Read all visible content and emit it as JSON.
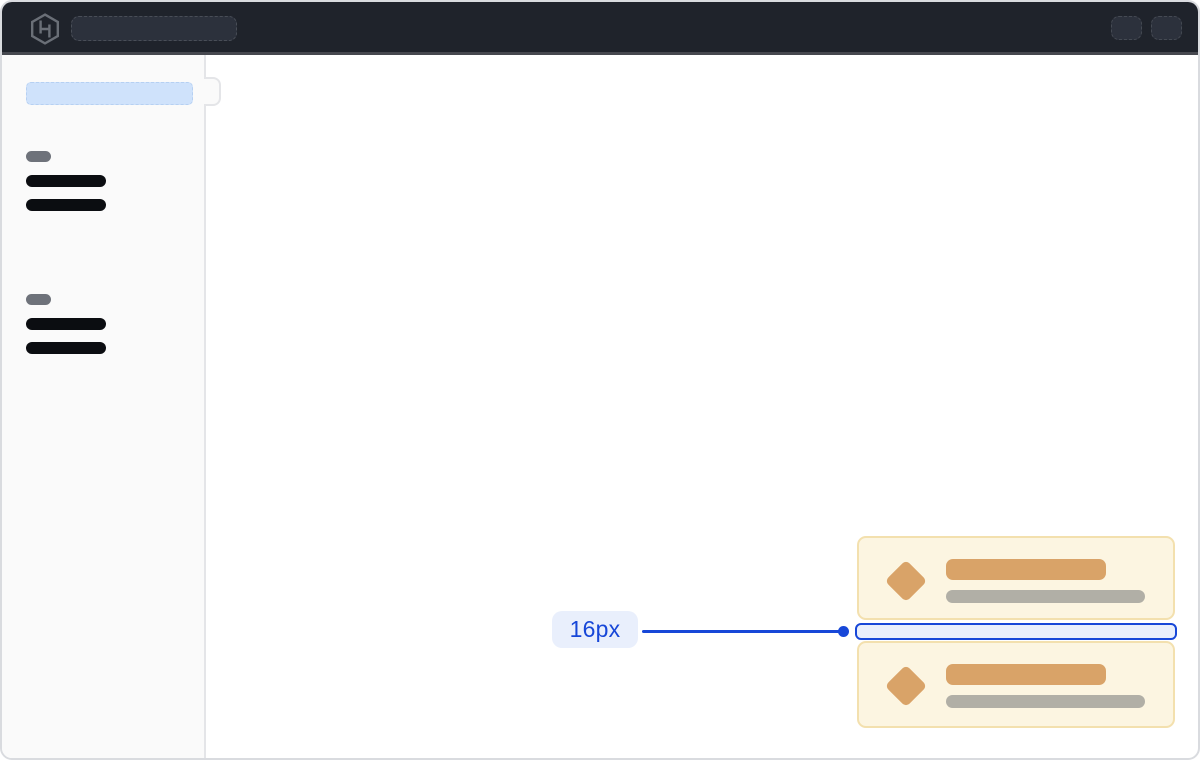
{
  "annotation": {
    "label": "16px"
  },
  "topbar": {
    "logo_icon": "hashicorp-logo",
    "search_skeleton": "search-input-placeholder",
    "action_skeletons": [
      "header-action-1",
      "header-action-2"
    ]
  },
  "sidebar": {
    "active_item_skeleton": "selected-nav-item",
    "groups": [
      {
        "label_skeleton": "section-label",
        "link_skeletons": [
          "nav-link",
          "nav-link"
        ]
      },
      {
        "label_skeleton": "section-label",
        "link_skeletons": [
          "nav-link",
          "nav-link"
        ]
      }
    ],
    "toggle": "sidebar-collapse-handle"
  },
  "toasts": [
    {
      "icon": "diamond-icon",
      "title_skeleton": "toast-title",
      "body_skeleton": "toast-body"
    },
    {
      "icon": "diamond-icon",
      "title_skeleton": "toast-title",
      "body_skeleton": "toast-body"
    }
  ],
  "colors": {
    "frame-border": "#d9dbdf",
    "topbar-bg": "#1f232b",
    "topbar-border": "#46484f",
    "topbar-pill": "#2c313c",
    "sidebar-bg": "#fafafa",
    "sidebar-border": "#e4e5e8",
    "skeleton-blue": "#cfe2fb",
    "skeleton-gray": "#6e727a",
    "skeleton-black": "#0b0d11",
    "card-bg": "#fcf5e1",
    "card-border": "#f3e0ae",
    "card-accent": "#d9a368",
    "card-muted": "#b1afa6",
    "accent-blue": "#1747d8",
    "accent-blue-soft": "#e9effc"
  }
}
